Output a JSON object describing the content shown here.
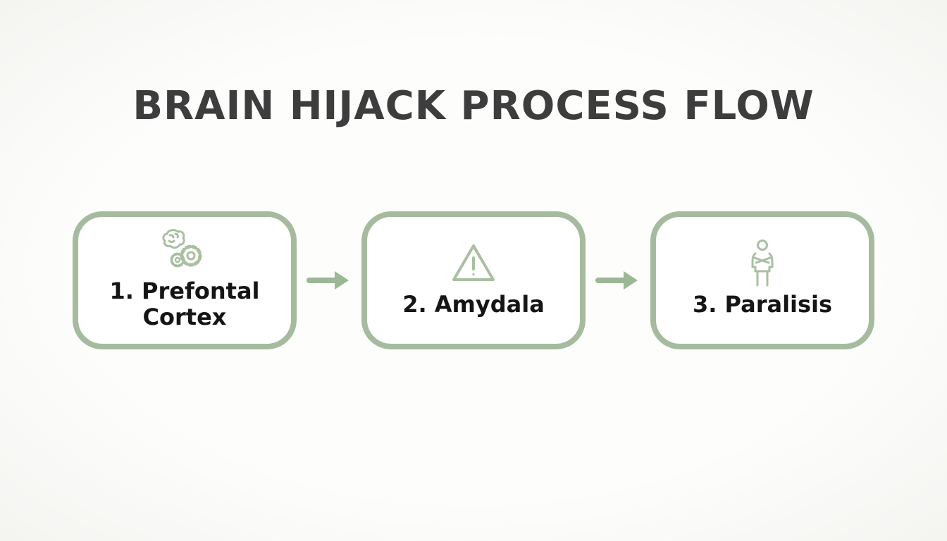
{
  "title": "BRAIN HIJACK PROCESS FLOW",
  "diagram": {
    "steps": [
      {
        "label": "1. Prefontal Cortex",
        "icon": "brain-gears-icon"
      },
      {
        "label": "2. Amydala",
        "icon": "warning-triangle-icon"
      },
      {
        "label": "3. Paralisis",
        "icon": "person-crossed-arms-icon"
      }
    ],
    "connector_style": "arrow-right"
  },
  "colors": {
    "box_border_green": "#a6bb9e",
    "icon_green": "#a9bfa2",
    "arrow_green": "#9cb795",
    "title_color": "#3d3d3d",
    "label_color": "#151515",
    "background": "#fcfcfa"
  }
}
